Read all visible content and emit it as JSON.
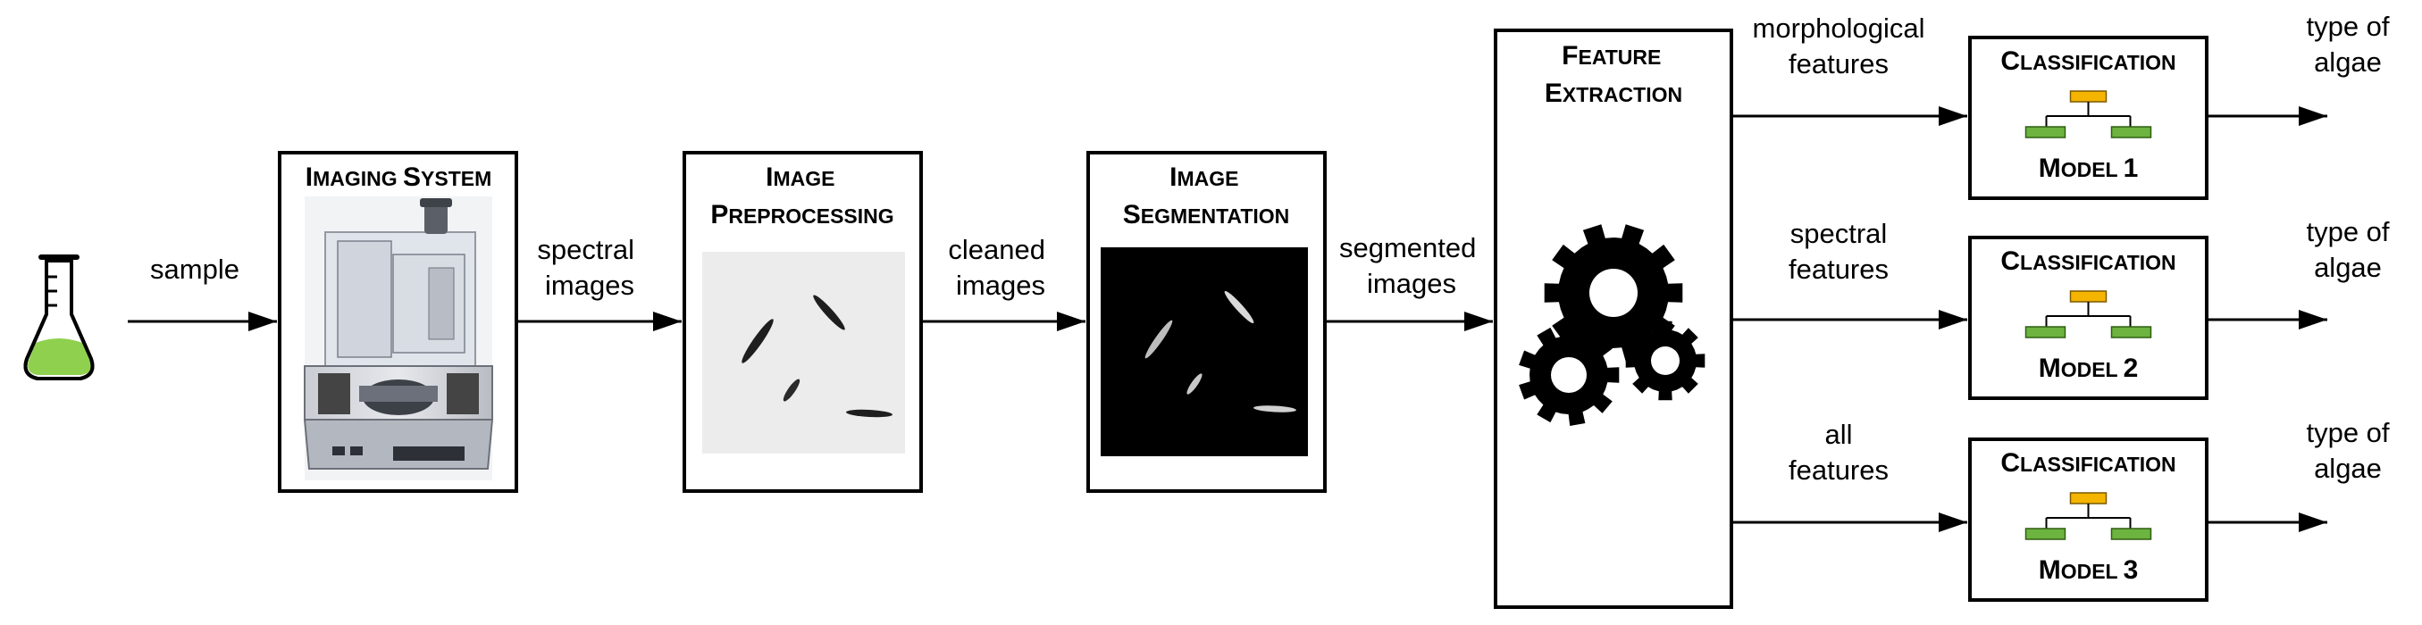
{
  "sample_label": "sample",
  "imaging_system": {
    "title_big1": "I",
    "title_small1": "MAGING ",
    "title_big2": "S",
    "title_small2": "YSTEM"
  },
  "spectral_images_label": [
    "spectral",
    "images"
  ],
  "preprocessing": {
    "line1_big": "I",
    "line1_small": "MAGE",
    "line2_big": "P",
    "line2_small": "REPROCESSING"
  },
  "cleaned_images_label": [
    "cleaned",
    "images"
  ],
  "segmentation": {
    "line1_big": "I",
    "line1_small": "MAGE",
    "line2_big": "S",
    "line2_small": "EGMENTATION"
  },
  "segmented_images_label": [
    "segmented",
    "images"
  ],
  "feature_extraction": {
    "line1_big": "F",
    "line1_small": "EATURE",
    "line2_big": "E",
    "line2_small": "XTRACTION"
  },
  "branches": [
    {
      "feature_label": [
        "morphological",
        "features"
      ],
      "title_big": "C",
      "title_small": "LASSIFICATION",
      "model_big": "M",
      "model_small": "ODEL",
      "model_num": "1",
      "output_label": [
        "type of",
        "algae"
      ]
    },
    {
      "feature_label": [
        "spectral",
        "features"
      ],
      "title_big": "C",
      "title_small": "LASSIFICATION",
      "model_big": "M",
      "model_small": "ODEL",
      "model_num": "2",
      "output_label": [
        "type of",
        "algae"
      ]
    },
    {
      "feature_label": [
        "all",
        "features"
      ],
      "title_big": "C",
      "title_small": "LASSIFICATION",
      "model_big": "M",
      "model_small": "ODEL",
      "model_num": "3",
      "output_label": [
        "type of",
        "algae"
      ]
    }
  ],
  "colors": {
    "flask_liquid": "#8fd14f",
    "tree_root": "#f5b400",
    "tree_leaf": "#6db33f",
    "stroke": "#000000"
  }
}
